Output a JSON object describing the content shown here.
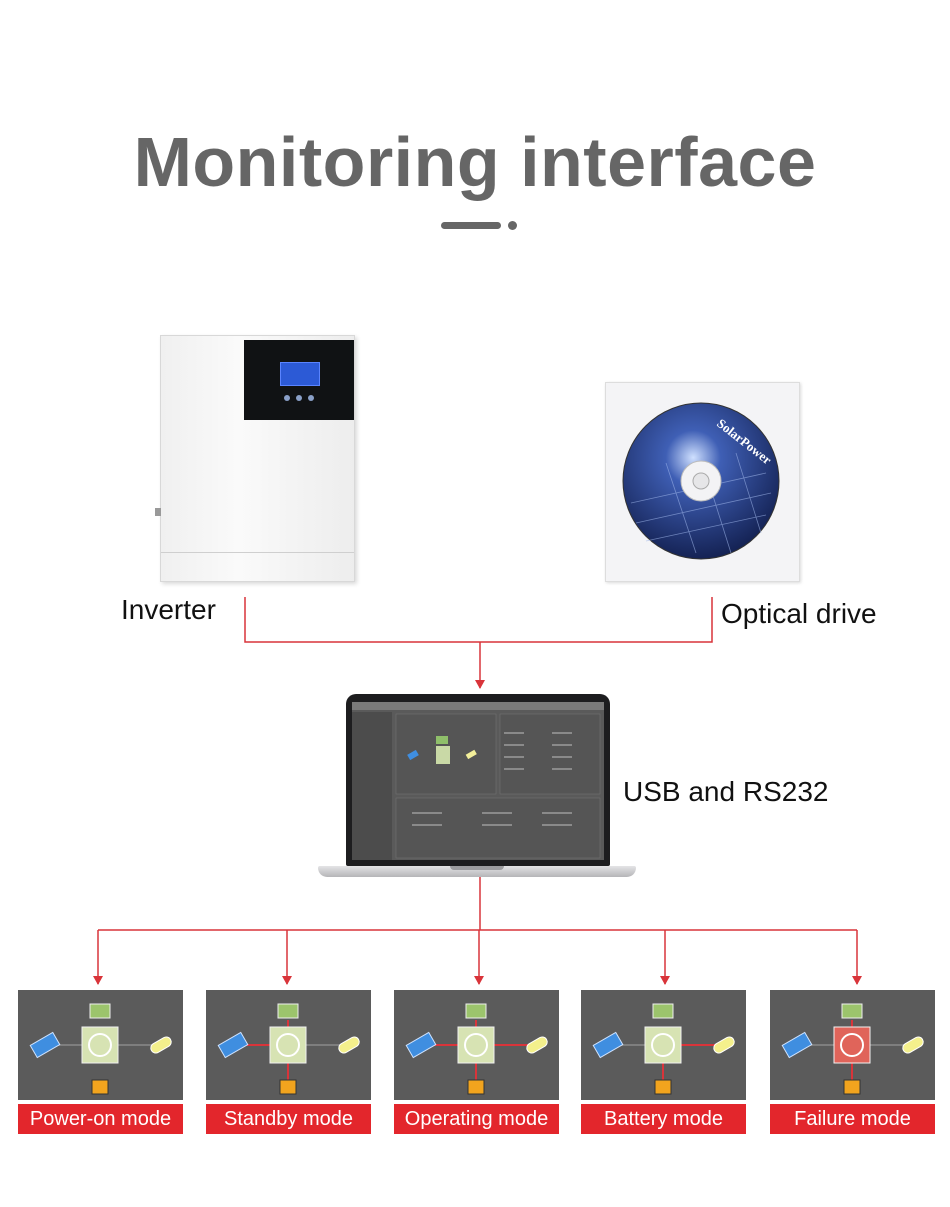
{
  "title": "Monitoring interface",
  "devices": {
    "inverter_label": "Inverter",
    "optical_drive_label": "Optical drive",
    "connection_label": "USB and RS232",
    "cd_text": "SolarPower"
  },
  "modes": [
    {
      "label": "Power-on mode"
    },
    {
      "label": "Standby mode"
    },
    {
      "label": "Operating mode"
    },
    {
      "label": "Battery mode"
    },
    {
      "label": "Failure mode"
    }
  ],
  "colors": {
    "connector": "#d9343a",
    "label_bg": "#e3262c",
    "title": "#666666",
    "mode_bg": "#5b5b5b"
  }
}
